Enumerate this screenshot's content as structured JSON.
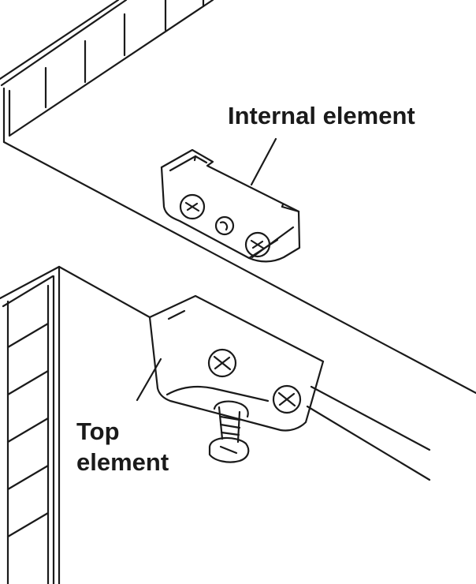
{
  "labels": {
    "internal_element": "Internal element",
    "top_element_line1": "Top",
    "top_element_line2": "element"
  },
  "colors": {
    "ink": "#1a1a1a",
    "background": "#ffffff"
  },
  "icons": [
    "screw-head-icon",
    "bolt-icon",
    "cam-hole-icon"
  ]
}
